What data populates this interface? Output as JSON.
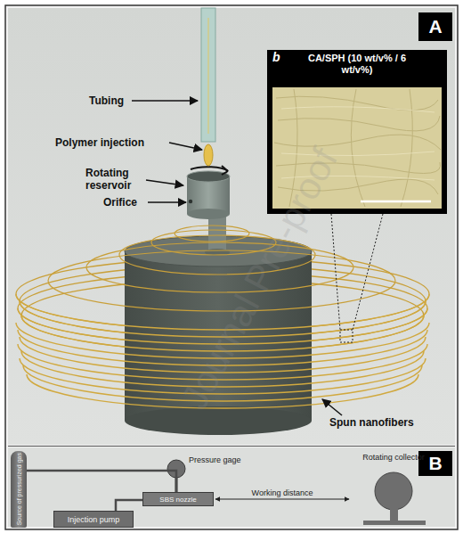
{
  "diagram": {
    "nodes": [
      {
        "text": [
          "A"
        ]
      },
      {
        "text": [
          "b",
          "CA/SPH (10 wt/v% / 6 wt/v%)"
        ]
      },
      {
        "text": [
          "B"
        ]
      },
      {
        "text": [
          "Source of pressurized gas"
        ]
      },
      {
        "text": [
          "SBS nozzle"
        ]
      },
      {
        "text": [
          "Injection pump"
        ]
      },
      {
        "text": [
          "Rotating collector"
        ]
      }
    ],
    "edges": [
      {
        "from": 3,
        "to": 4,
        "arrow": "none"
      },
      {
        "from": 5,
        "to": 4,
        "arrow": "none"
      },
      {
        "from": 4,
        "to": 6,
        "label": "Working distance",
        "arrow": "both"
      }
    ],
    "labels": [
      "Tubing",
      "Polymer injection",
      "Rotating reservoir",
      "Orifice",
      "Spun nanofibers",
      "Pressure gage",
      "Journal Pre-proof"
    ]
  }
}
